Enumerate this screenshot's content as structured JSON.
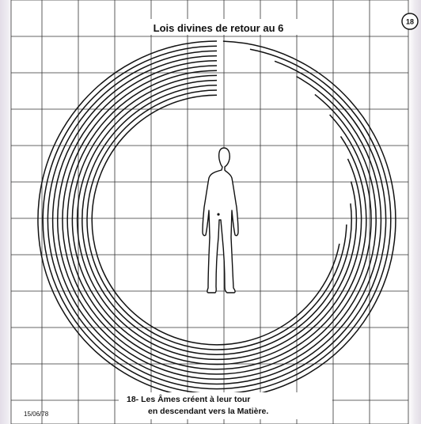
{
  "diagram": {
    "title": "Lois divines de retour au 6",
    "plate_number": "18",
    "caption_line1": "18- Les Âmes créent à leur tour",
    "caption_line2": "en descendant vers la Matière.",
    "date": "15/06/78",
    "ring_count": 12
  }
}
